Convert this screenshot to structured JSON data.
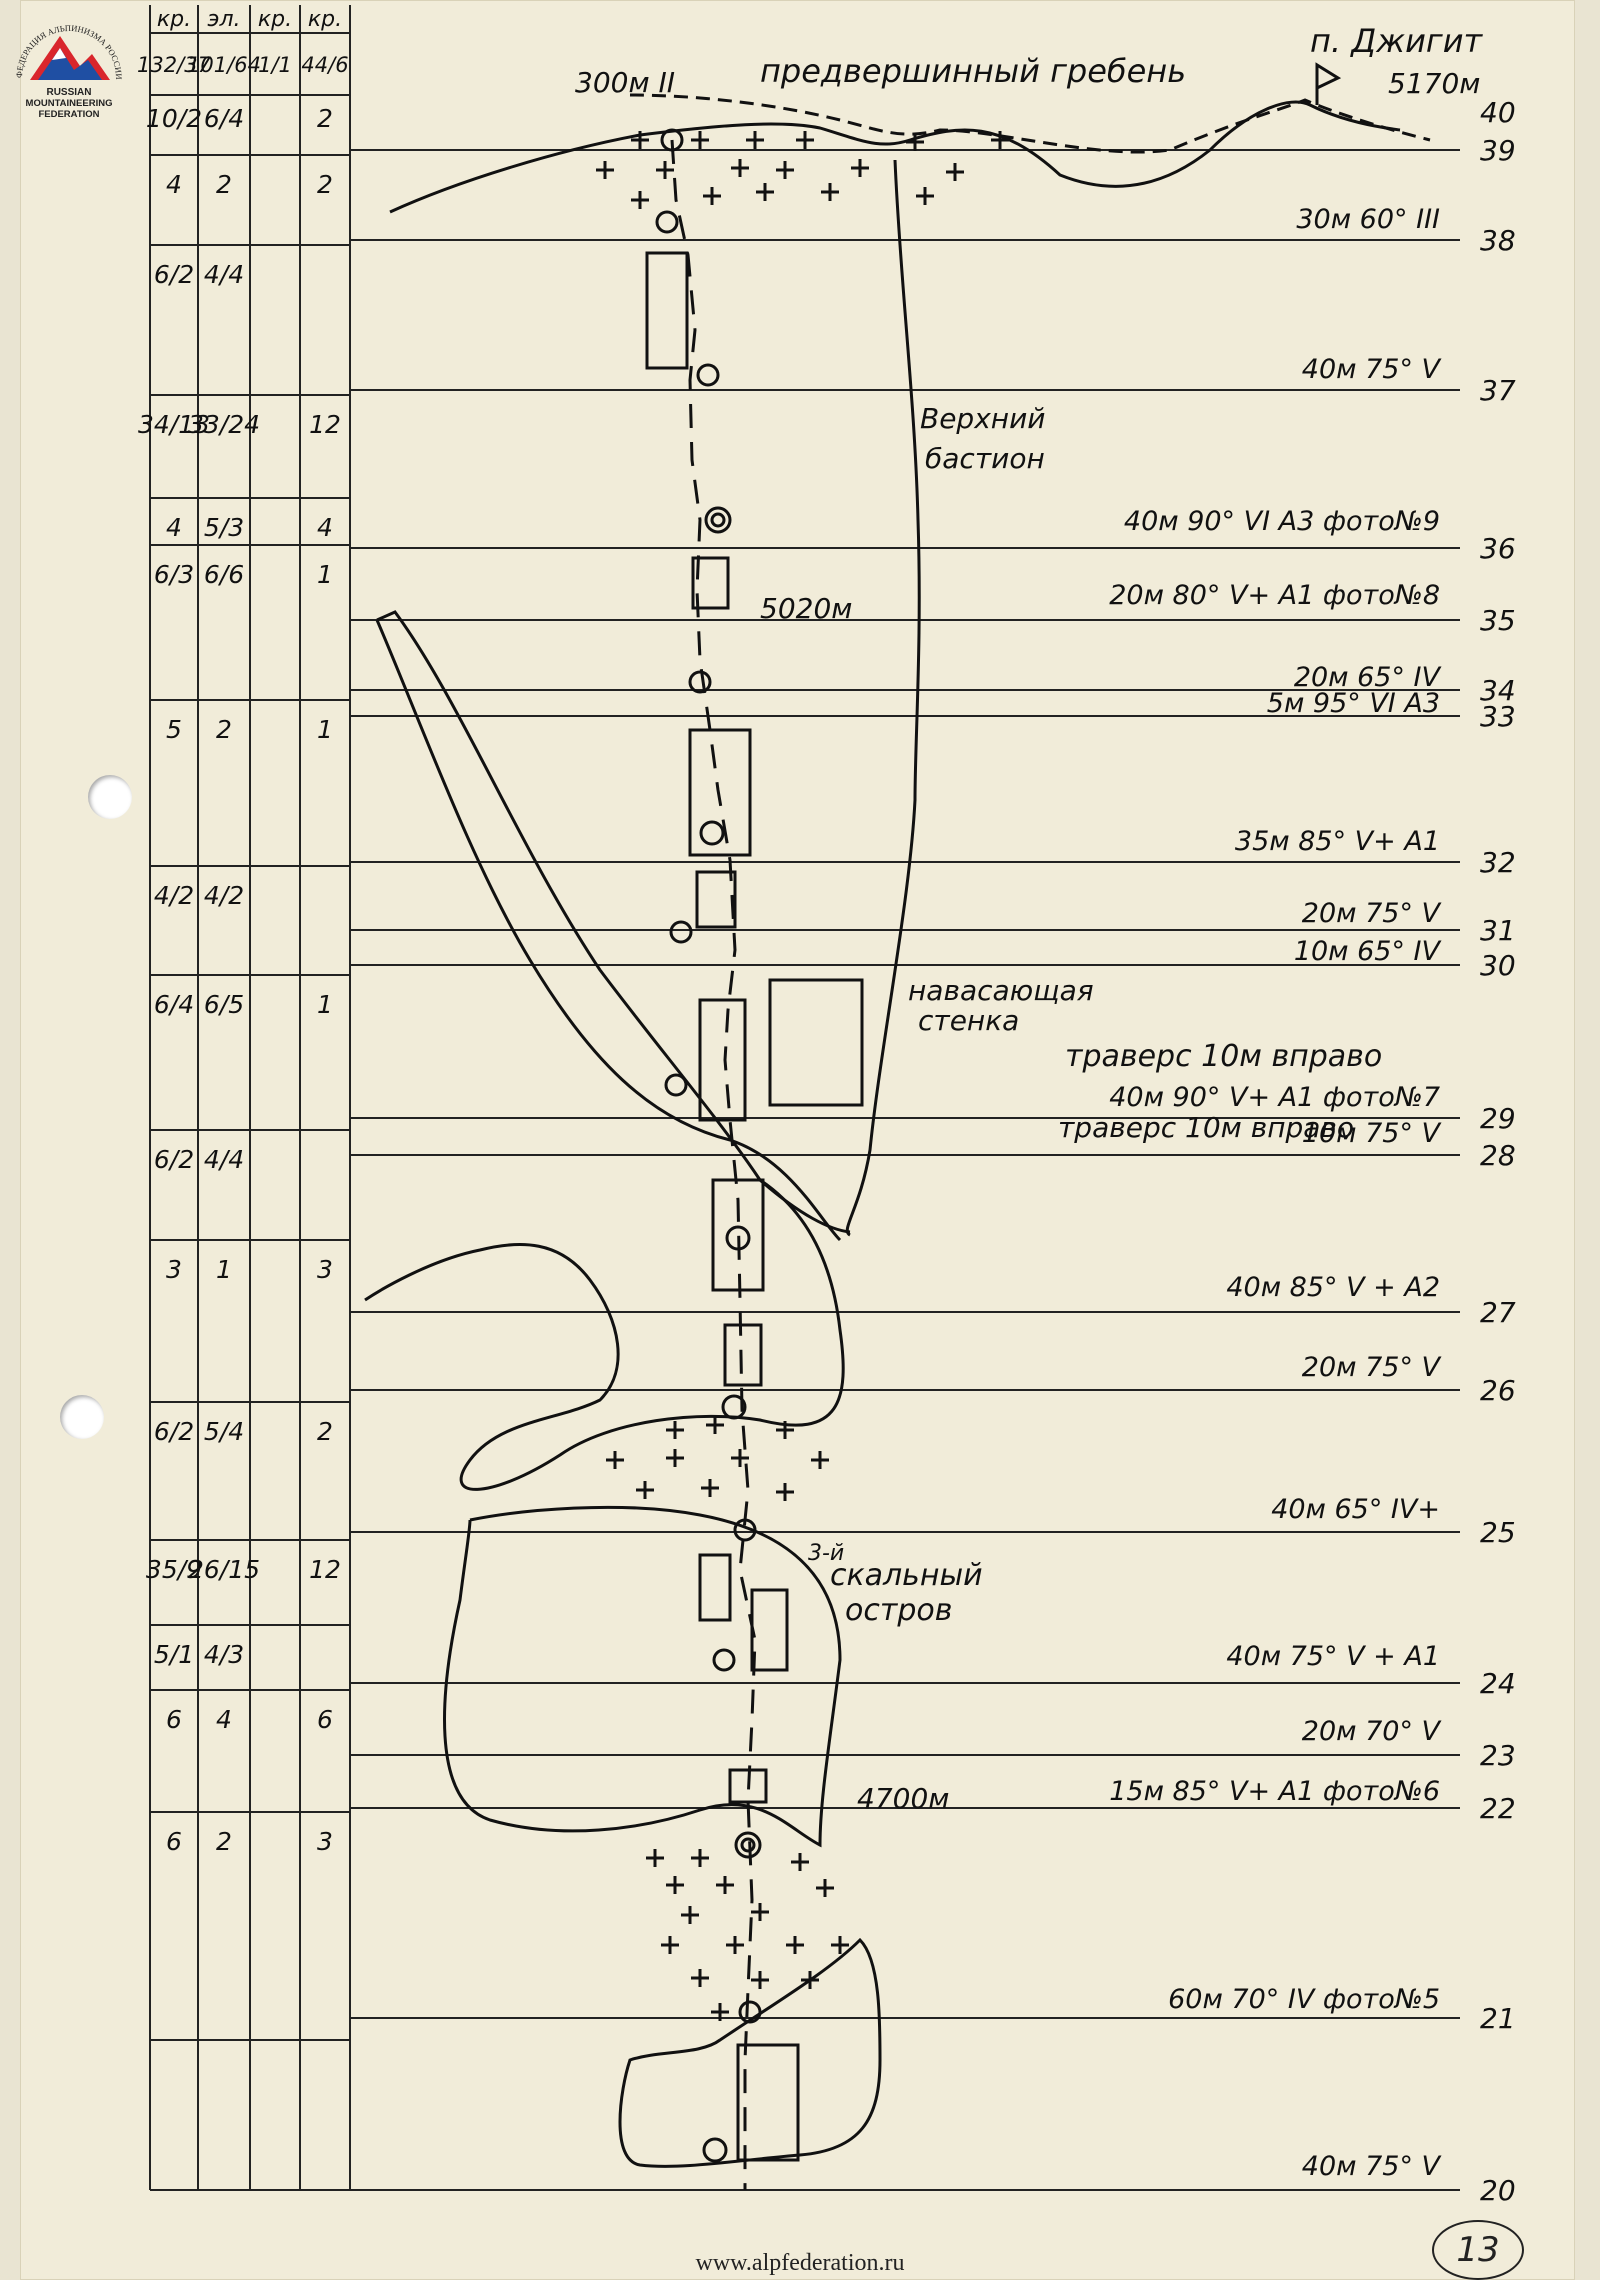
{
  "logo": {
    "arc_text": "ФЕДЕРАЦИЯ АЛЬПИНИЗМА РОССИИ",
    "line1": "RUSSIAN",
    "line2": "MOUNTAINEERING",
    "line3": "FEDERATION"
  },
  "table": {
    "headers": [
      "кр.",
      "эл.",
      "кр.",
      "кр."
    ],
    "totals": [
      "132/37",
      "101/64",
      "1/1",
      "44/6"
    ],
    "rows": [
      [
        "10/2",
        "6/4",
        "",
        "2"
      ],
      [
        "4",
        "2",
        "",
        "2"
      ],
      [
        "6/2",
        "4/4",
        "",
        ""
      ],
      [
        "34/13",
        "33/24",
        "",
        "12"
      ],
      [
        "4",
        "5/3",
        "",
        "4"
      ],
      [
        "6/3",
        "6/6",
        "",
        "1"
      ],
      [
        "5",
        "2",
        "",
        "1"
      ],
      [
        "4/2",
        "4/2",
        "",
        ""
      ],
      [
        "6/4",
        "6/5",
        "",
        "1"
      ],
      [
        "6/2",
        "4/4",
        "",
        ""
      ],
      [
        "3",
        "1",
        "",
        "3"
      ],
      [
        "6/2",
        "5/4",
        "",
        "2"
      ],
      [
        "35/9",
        "26/15",
        "",
        "12"
      ],
      [
        "5/1",
        "4/3",
        "",
        ""
      ],
      [
        "6",
        "4",
        "",
        "6"
      ],
      [
        "6",
        "2",
        "",
        "3"
      ]
    ]
  },
  "summit": {
    "name": "п. Джигит",
    "altitude": "5170м"
  },
  "ridge_label": "предвершинный гребень",
  "ridge_section": "300м II",
  "features": {
    "upper_bastion": [
      "Верхний",
      "бастион"
    ],
    "overhanging_wall": [
      "навасающая",
      "стенка"
    ],
    "rock_island": [
      "3-й",
      "скальный",
      "остров"
    ],
    "alt_5020": "5020м",
    "alt_4700": "4700м"
  },
  "sections": [
    {
      "num": "40",
      "desc": ""
    },
    {
      "num": "39",
      "desc": ""
    },
    {
      "num": "38",
      "desc": "30м 60° III"
    },
    {
      "num": "37",
      "desc": "40м 75° V"
    },
    {
      "num": "36",
      "desc": "40м 90° VI A3 фото№9"
    },
    {
      "num": "35",
      "desc": "20м 80° V+ A1 фото№8"
    },
    {
      "num": "34",
      "desc": "20м 65° IV"
    },
    {
      "num": "33",
      "desc": "5м 95° VI A3"
    },
    {
      "num": "32",
      "desc": "35м 85° V+ A1"
    },
    {
      "num": "31",
      "desc": "20м 75° V"
    },
    {
      "num": "30",
      "desc": "10м 65° IV"
    },
    {
      "num": "29",
      "desc": "40м 90° V+ A1 фото№7"
    },
    {
      "num": "28",
      "desc": "10м 75° V"
    },
    {
      "num": "27",
      "desc": "40м 85° V + A2"
    },
    {
      "num": "26",
      "desc": "20м 75° V"
    },
    {
      "num": "25",
      "desc": "40м 65° IV+"
    },
    {
      "num": "24",
      "desc": "40м 75° V + A1"
    },
    {
      "num": "23",
      "desc": "20м 70° V"
    },
    {
      "num": "22",
      "desc": "15м 85° V+ A1  фото№6"
    },
    {
      "num": "21",
      "desc": "60м 70° IV фото№5"
    },
    {
      "num": "20",
      "desc": "40м 75° V"
    }
  ],
  "traverse_notes": [
    "траверс 10м вправо",
    "траверс 10м вправо"
  ],
  "footer": {
    "website": "www.alpfederation.ru",
    "page_number": "13"
  },
  "colors": {
    "paper": "#f1ecd9",
    "ink": "#111111",
    "logo_red": "#d9262c",
    "logo_blue": "#1f4fa3"
  }
}
